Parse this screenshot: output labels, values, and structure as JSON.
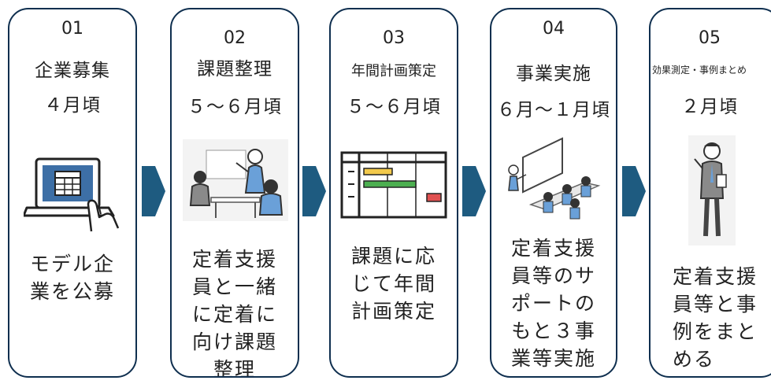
{
  "steps": [
    {
      "number": "01",
      "title": "企業募集",
      "period": "４月頃",
      "description": "モデル企\n業を公募",
      "icon": "laptop-click-icon"
    },
    {
      "number": "02",
      "title": "課題整理",
      "period": "５～６月頃",
      "description": "定着支援\n員と一緒\nに定着に\n向け課題\n整理",
      "icon": "meeting-illustration"
    },
    {
      "number": "03",
      "title": "年間計画策定",
      "period": "５～６月頃",
      "description": "課題に応\nじて年間\n計画策定",
      "icon": "gantt-chart-icon"
    },
    {
      "number": "04",
      "title": "事業実施",
      "period": "６月～１月頃",
      "description": "定着支援\n員等のサ\nポートの\nもと３事\n業等実施",
      "icon": "seminar-illustration"
    },
    {
      "number": "05",
      "title": "効果測定・事例まとめ",
      "period": "２月頃",
      "description": "定着支援\n員等と事\n例をまと\nめる",
      "icon": "presenter-illustration"
    }
  ],
  "colors": {
    "border": "#0f2f4f",
    "arrow": "#1e5b80",
    "screen": "#3d6fa6",
    "bar_yellow": "#f2c94c",
    "bar_green": "#4caf50",
    "bar_red": "#e05050"
  }
}
